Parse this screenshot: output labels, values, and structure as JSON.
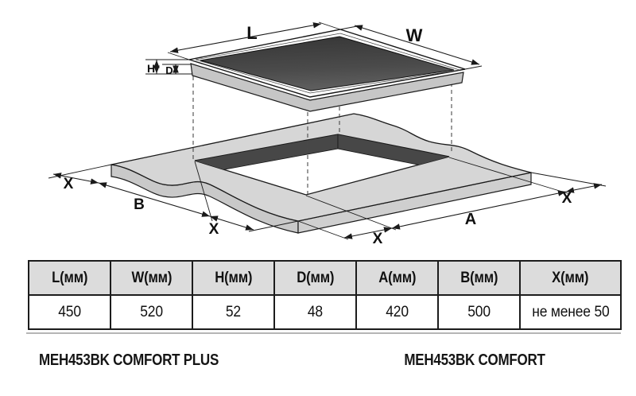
{
  "diagram": {
    "labels": {
      "L": "L",
      "W": "W",
      "H": "H",
      "D": "D",
      "B": "B",
      "A": "A",
      "X": "X"
    }
  },
  "table": {
    "columns": [
      {
        "header": "L(мм)",
        "value": "450"
      },
      {
        "header": "W(мм)",
        "value": "520"
      },
      {
        "header": "H(мм)",
        "value": "52"
      },
      {
        "header": "D(мм)",
        "value": "48"
      },
      {
        "header": "A(мм)",
        "value": "420"
      },
      {
        "header": "B(мм)",
        "value": "500"
      },
      {
        "header": "X(мм)",
        "value": "не менее 50"
      }
    ]
  },
  "captions": {
    "left": "MEH453BK COMFORT PLUS",
    "right": "MEH453BK COMFORT"
  },
  "colors": {
    "glass_dark": "#373737",
    "glass_light": "#616161",
    "counter_top": "#d6d6d6",
    "counter_front": "#c9c9c9",
    "cutout_wall": "#474747",
    "line": "#1a1a1a",
    "table_header_bg": "#dcdcdc"
  }
}
